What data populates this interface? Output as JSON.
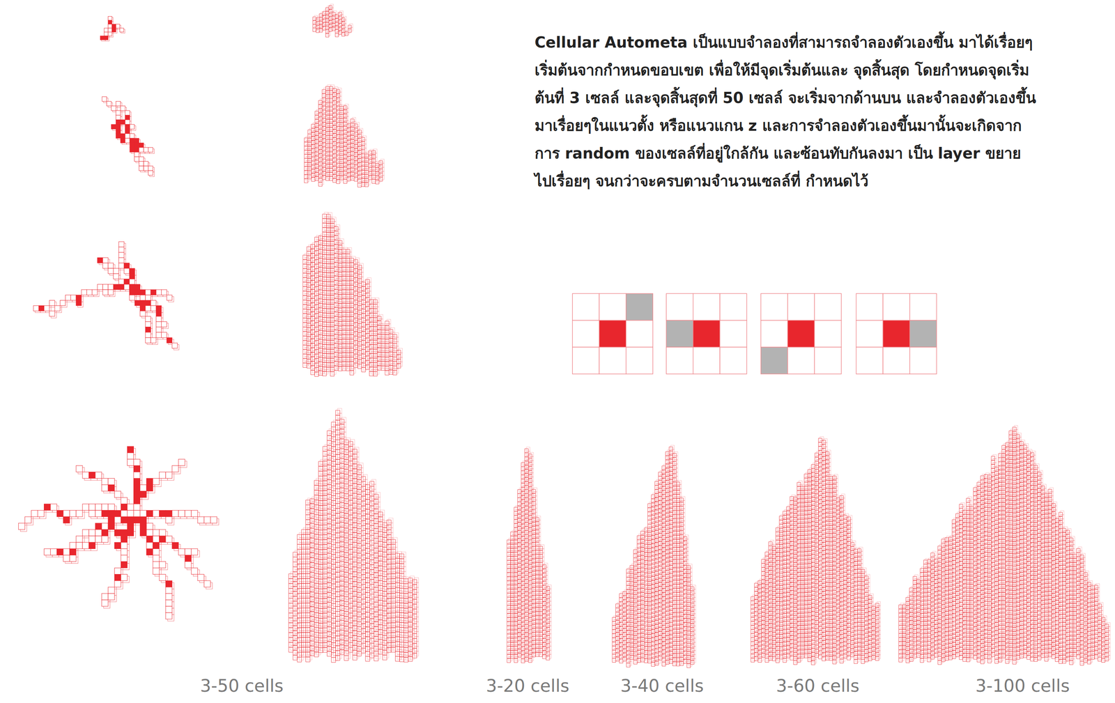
{
  "diagram": {
    "labels": [
      "Cellular Autometa เป็นแบบจำลองที่สามารถจำลองตัวเองขึ้น มาได้เรื่อยๆ เริ่มต้นจากกำหนดขอบเขต เพื่อให้มีจุดเริ่มต้นและ จุดสิ้นสุด โดยกำหนดจุดเริ่มต้นที่ 3 เซลล์ และจุดสิ้นสุดที่ 50 เซลล์ จะเริ่มจากด้านบน และจำลองตัวเองขึ้นมาเรื่อยๆในแนวตั้ง หรือแนวแกน z และการจำลองตัวเองขึ้นมานั้นจะเกิดจาก การ random ของเซลล์ที่อยู่ใกล้กัน และซ้อนทับกันลงมา เป็น layer ขยายไปเรื่อยๆ จนกว่าจะครบตามจำนวนเซลล์ที่ กำหนดไว้",
      "3-50 cells",
      "3-20 cells",
      "3-40 cells",
      "3-60 cells",
      "3-100 cells"
    ]
  }
}
